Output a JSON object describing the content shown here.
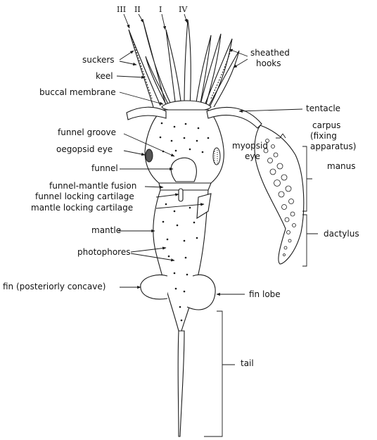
{
  "arm_numbers": [
    "III",
    "II",
    "I",
    "IV"
  ],
  "labels": {
    "suckers": "suckers",
    "keel": "keel",
    "buccal_membrane": "buccal membrane",
    "funnel_groove": "funnel groove",
    "oegopsid_eye": "oegopsid eye",
    "funnel": "funnel",
    "funnel_mantle_fusion": "funnel-mantle fusion",
    "funnel_locking_cartilage": "funnel locking cartilage",
    "mantle_locking_cartilage": "mantle locking cartilage",
    "mantle": "mantle",
    "photophores": "photophores",
    "fin": "fin (posteriorly concave)",
    "sheathed_hooks_1": "sheathed",
    "sheathed_hooks_2": "hooks",
    "tentacle": "tentacle",
    "carpus_1": "carpus",
    "carpus_2": "(fixing",
    "carpus_3": "apparatus)",
    "myopsid_eye_1": "myopsid",
    "myopsid_eye_2": "eye",
    "manus": "manus",
    "dactylus": "dactylus",
    "fin_lobe": "fin lobe",
    "tail": "tail"
  }
}
